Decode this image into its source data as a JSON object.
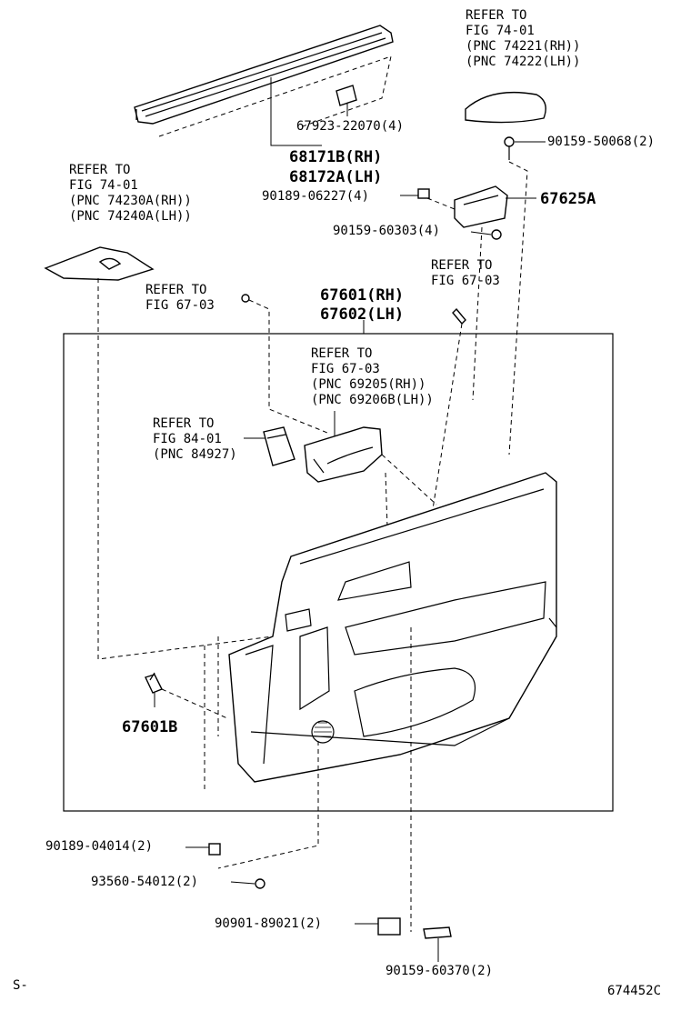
{
  "labels": {
    "p67923": "67923-22070(4)",
    "p68171b": "68171B(RH)",
    "p68172a": "68172A(LH)",
    "p90189_06227": "90189-06227(4)",
    "p90159_60303": "90159-60303(4)",
    "p67625a": "67625A",
    "p90159_50068": "90159-50068(2)",
    "p67601": "67601(RH)",
    "p67602": "67602(LH)",
    "p67601b": "67601B",
    "p90189_04014": "90189-04014(2)",
    "p93560_54012": "93560-54012(2)",
    "p90901_89021": "90901-89021(2)",
    "p90159_60370": "90159-60370(2)",
    "footer_left": "S-",
    "footer_right": "674452C"
  },
  "refs": {
    "r7401_top": [
      "REFER TO",
      "FIG 74-01",
      "(PNC 74221(RH))",
      "(PNC 74222(LH))"
    ],
    "r7401_left": [
      "REFER TO",
      "FIG 74-01",
      "(PNC 74230A(RH))",
      "(PNC 74240A(LH))"
    ],
    "r6703_left": [
      "REFER TO",
      "FIG 67-03"
    ],
    "r6703_right": [
      "REFER TO",
      "FIG 67-03"
    ],
    "r6703_mid": [
      "REFER TO",
      "FIG 67-03",
      "(PNC 69205(RH))",
      "(PNC 69206B(LH))"
    ],
    "r8401": [
      "REFER TO",
      "FIG 84-01",
      "(PNC 84927)"
    ]
  }
}
